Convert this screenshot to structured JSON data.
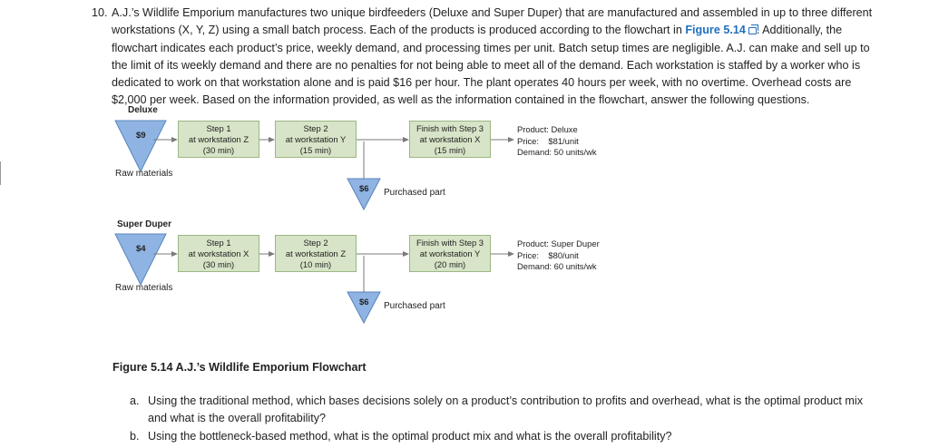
{
  "problem": {
    "number": "10.",
    "text_before_link": "A.J.’s Wildlife Emporium manufactures two unique birdfeeders (Deluxe and Super Duper) that are manufactured and assembled in up to three different workstations (X, Y, Z) using a small batch process. Each of the products is produced according to the flowchart in ",
    "link_text": "Figure 5.14",
    "text_after_link": ". Additionally, the flowchart indicates each product’s price, weekly demand, and processing times per unit. Batch setup times are negligible. A.J. can make and sell up to the limit of its weekly demand and there are no penalties for not being able to meet all of the demand. Each workstation is staffed by a worker who is dedicated to work on that workstation alone and is paid $16 per hour. The plant operates 40 hours per week, with no overtime. Overhead costs are $2,000 per week. Based on the information provided, as well as the information contained in the flowchart, answer the following questions."
  },
  "flowchart": {
    "deluxe": {
      "title": "Deluxe",
      "raw_cost": "$9",
      "raw_label": "Raw materials",
      "step1": [
        "Step 1",
        "at workstation Z",
        "(30 min)"
      ],
      "step2": [
        "Step 2",
        "at workstation Y",
        "(15 min)"
      ],
      "step3": [
        "Finish with Step 3",
        "at workstation X",
        "(15 min)"
      ],
      "purchased_cost": "$6",
      "purchased_label": "Purchased part",
      "product_key": "Product:",
      "product_val": "Deluxe",
      "price_key": "Price:",
      "price_val": "$81/unit",
      "demand_key": "Demand:",
      "demand_val": "50 units/wk"
    },
    "super": {
      "title": "Super Duper",
      "raw_cost": "$4",
      "raw_label": "Raw materials",
      "step1": [
        "Step 1",
        "at workstation X",
        "(30 min)"
      ],
      "step2": [
        "Step 2",
        "at workstation Z",
        "(10 min)"
      ],
      "step3": [
        "Finish with Step 3",
        "at workstation Y",
        "(20 min)"
      ],
      "purchased_cost": "$6",
      "purchased_label": "Purchased part",
      "product_key": "Product:",
      "product_val": "Super Duper",
      "price_key": "Price:",
      "price_val": "$80/unit",
      "demand_key": "Demand:",
      "demand_val": "60 units/wk"
    },
    "colors": {
      "triangle_fill": "#8fb4e3",
      "triangle_stroke": "#5b84bd",
      "box_fill": "#d7e4c7",
      "box_stroke": "#9bb784",
      "arrow": "#7a7a7a"
    }
  },
  "caption": "Figure 5.14 A.J.’s Wildlife Emporium Flowchart",
  "questions": [
    {
      "letter": "a.",
      "text": "Using the traditional method, which bases decisions solely on a product’s contribution to profits and overhead, what is the optimal product mix and what is the overall profitability?"
    },
    {
      "letter": "b.",
      "text": "Using the bottleneck-based method, what is the optimal product mix and what is the overall profitability?"
    }
  ]
}
